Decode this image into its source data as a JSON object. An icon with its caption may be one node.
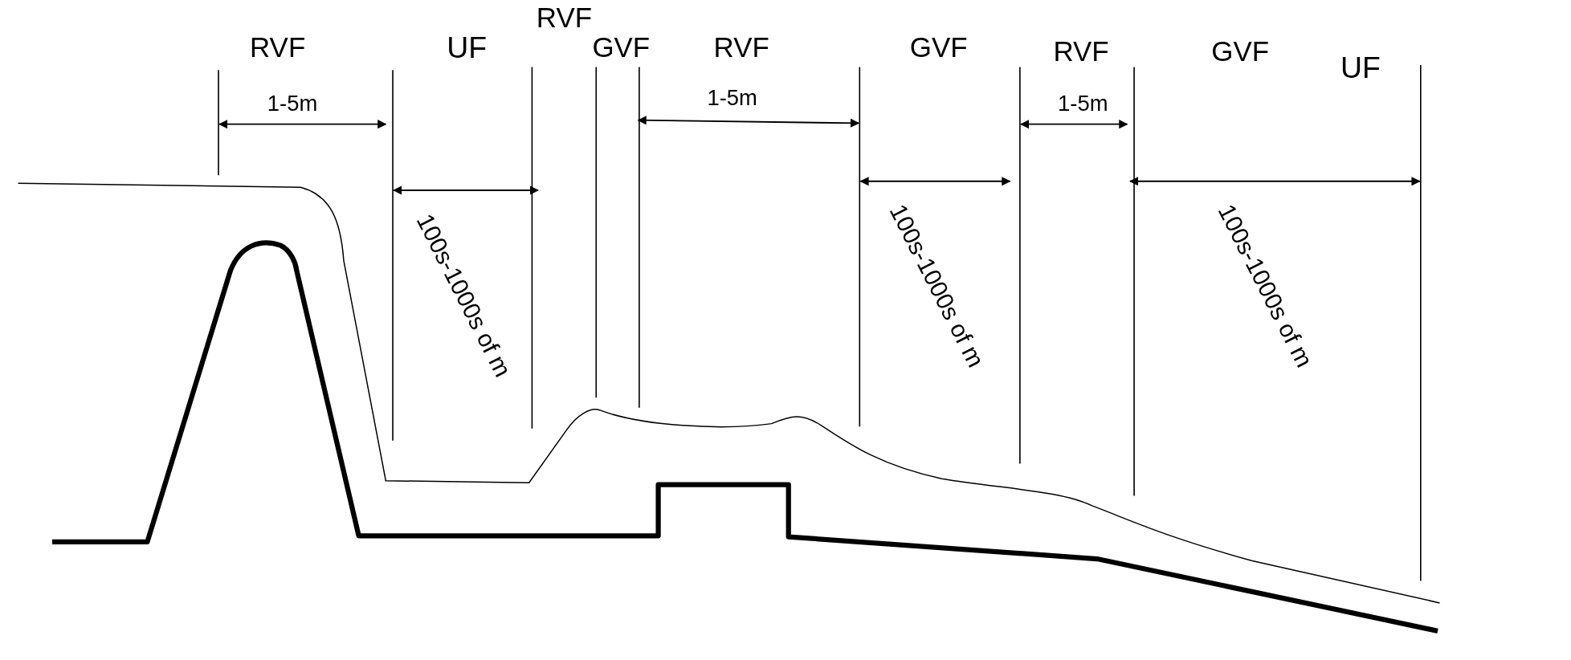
{
  "diagram": {
    "labels": [
      "RVF",
      "UF",
      "RVF",
      "GVF",
      "RVF",
      "GVF",
      "RVF",
      "GVF",
      "UF",
      "1-5m",
      "1-5m",
      "1-5m",
      "100s-1000s of m",
      "100s-1000s of m",
      "100s-1000s of m"
    ]
  }
}
